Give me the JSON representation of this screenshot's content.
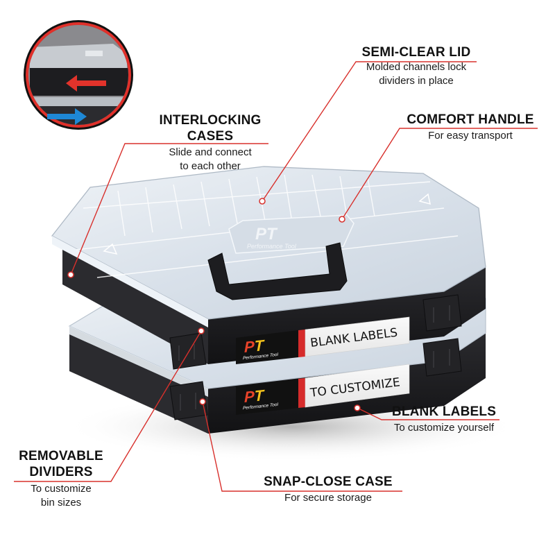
{
  "infographic": {
    "brand": {
      "logo_text": "PT",
      "brand_name": "Performance Tool",
      "lid_logo_text": "PT",
      "lid_brand_name": "Performance Tool"
    },
    "colors": {
      "callout_line": "#d8302c",
      "case_base": "#1f1f22",
      "lid": "#dfe6ee",
      "logo_red": "#e8432a",
      "logo_yellow": "#f4c21c",
      "label_bg": "#f2f2f2",
      "inset_ring": "#e0302a",
      "arrow_red": "#e2332b",
      "arrow_blue": "#1e88d6"
    },
    "case_labels": {
      "top": "BLANK LABELS",
      "bottom": "TO CUSTOMIZE"
    },
    "inset": {
      "description": "Interlocking cases close-up",
      "arrows": [
        "left-red",
        "right-blue"
      ]
    },
    "callouts": [
      {
        "id": "semi-clear-lid",
        "title": "SEMI-CLEAR LID",
        "desc_lines": [
          "Molded channels lock",
          "dividers in place"
        ]
      },
      {
        "id": "comfort-handle",
        "title": "COMFORT HANDLE",
        "desc_lines": [
          "For easy transport"
        ]
      },
      {
        "id": "interlocking-cases",
        "title_lines": [
          "INTERLOCKING",
          "CASES"
        ],
        "desc_lines": [
          "Slide and connect",
          "to each other"
        ]
      },
      {
        "id": "blank-labels",
        "title": "BLANK LABELS",
        "desc_lines": [
          "To customize yourself"
        ]
      },
      {
        "id": "removable-dividers",
        "title_lines": [
          "REMOVABLE",
          "DIVIDERS"
        ],
        "desc_lines": [
          "To customize",
          "bin sizes"
        ]
      },
      {
        "id": "snap-close-case",
        "title": "SNAP-CLOSE CASE",
        "desc_lines": [
          "For secure storage"
        ]
      }
    ]
  }
}
